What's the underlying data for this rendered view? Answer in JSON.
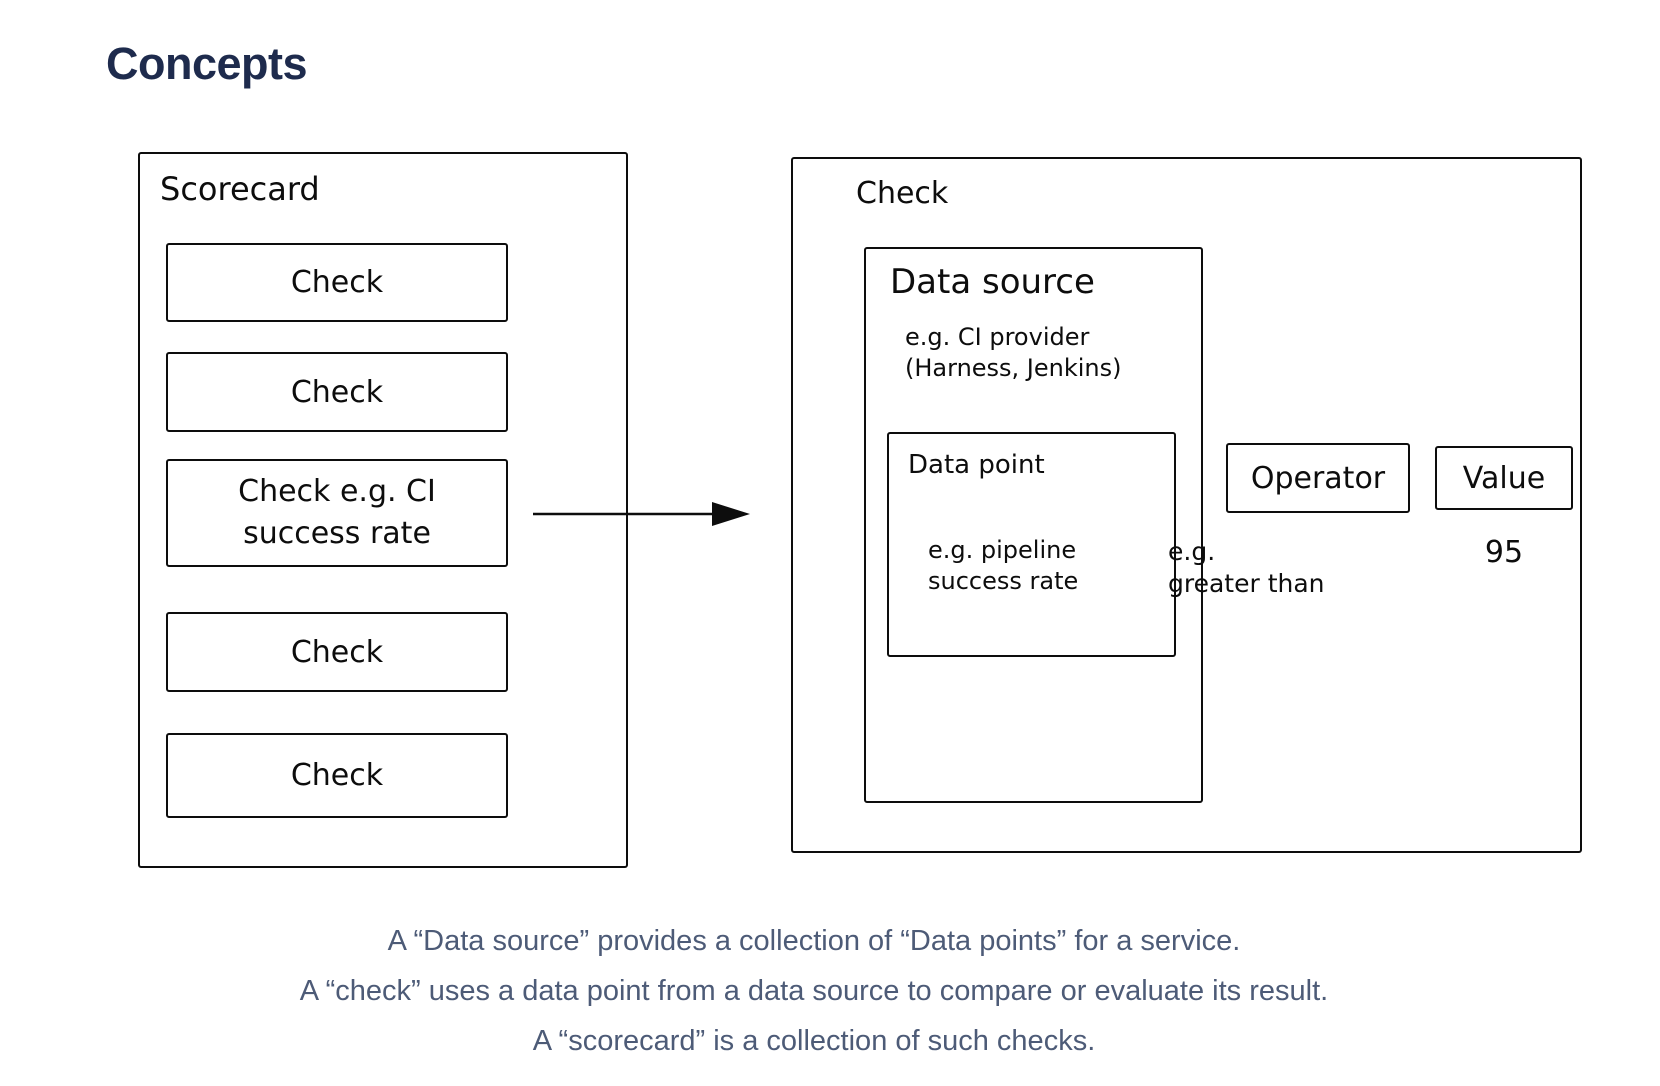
{
  "title": "Concepts",
  "colors": {
    "heading": "#1e2b4d",
    "caption_text": "#4d5b77",
    "diagram_stroke": "#0d0d0d",
    "background": "#ffffff"
  },
  "diagram": {
    "scorecard": {
      "label": "Scorecard",
      "checks": [
        {
          "label": "Check"
        },
        {
          "label": "Check"
        },
        {
          "label": "Check e.g. CI\nsuccess rate"
        },
        {
          "label": "Check"
        },
        {
          "label": "Check"
        }
      ]
    },
    "arrow": "flow-arrow-from-check-to-check-detail",
    "check_detail": {
      "label": "Check",
      "data_source": {
        "label": "Data source",
        "example": "e.g. CI provider\n(Harness, Jenkins)",
        "data_point": {
          "label": "Data point",
          "example": "e.g. pipeline\nsuccess rate"
        }
      },
      "operator": {
        "label": "Operator",
        "example": "e.g.\ngreater than"
      },
      "value": {
        "label": "Value",
        "example": "95"
      }
    }
  },
  "caption": {
    "lines": [
      "A “Data source” provides a collection of “Data points” for a service.",
      "A “check” uses a data point from a data source to compare or evaluate its result.",
      "A “scorecard” is a collection of such checks."
    ]
  }
}
